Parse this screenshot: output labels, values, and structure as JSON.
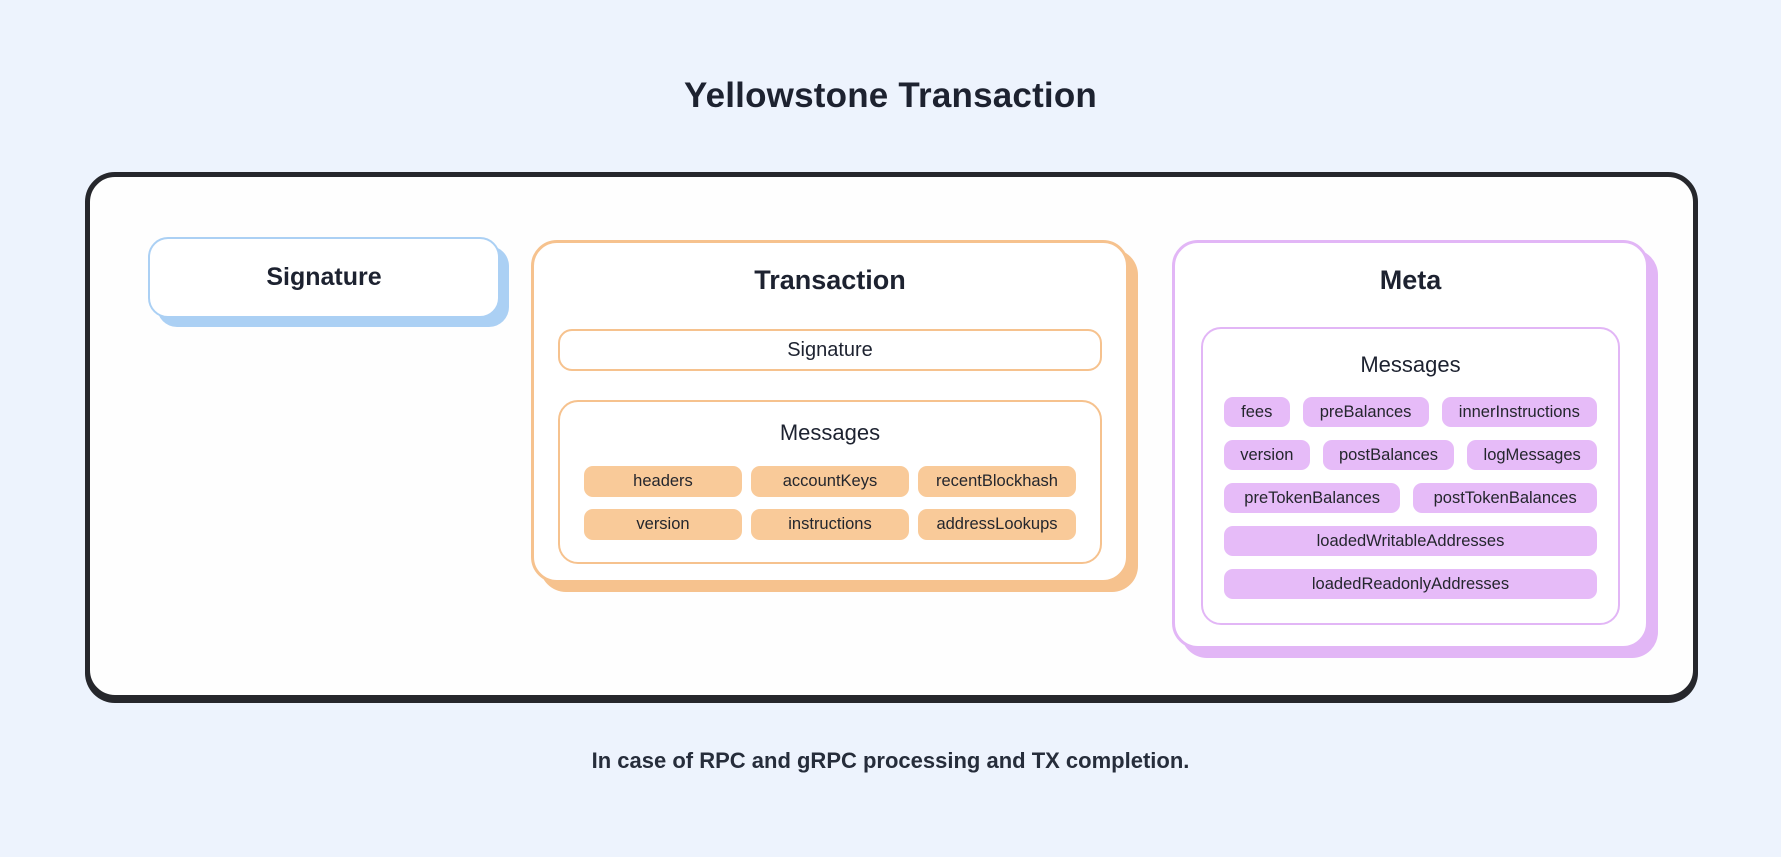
{
  "page": {
    "title": "Yellowstone Transaction",
    "caption": "In case of RPC and gRPC processing and TX completion."
  },
  "colors": {
    "page_background": "#edf3fd",
    "container_border": "#26272c",
    "blue_accent": "#abd0f4",
    "orange_accent": "#f6c28e",
    "orange_tag_fill": "#f9ca99",
    "purple_accent": "#e2b6f6",
    "purple_tag_fill": "#e6bbf8",
    "text_dark": "#1d2230"
  },
  "signature_card": {
    "label": "Signature"
  },
  "transaction_card": {
    "title": "Transaction",
    "signature_box": {
      "label": "Signature"
    },
    "messages_box": {
      "title": "Messages",
      "tags": [
        "headers",
        "accountKeys",
        "recentBlockhash",
        "version",
        "instructions",
        "addressLookups"
      ]
    }
  },
  "meta_card": {
    "title": "Meta",
    "messages_box": {
      "title": "Messages",
      "tag_rows": [
        [
          "fees",
          "preBalances",
          "innerInstructions"
        ],
        [
          "version",
          "postBalances",
          "logMessages"
        ],
        [
          "preTokenBalances",
          "postTokenBalances"
        ],
        [
          "loadedWritableAddresses"
        ],
        [
          "loadedReadonlyAddresses"
        ]
      ]
    }
  }
}
